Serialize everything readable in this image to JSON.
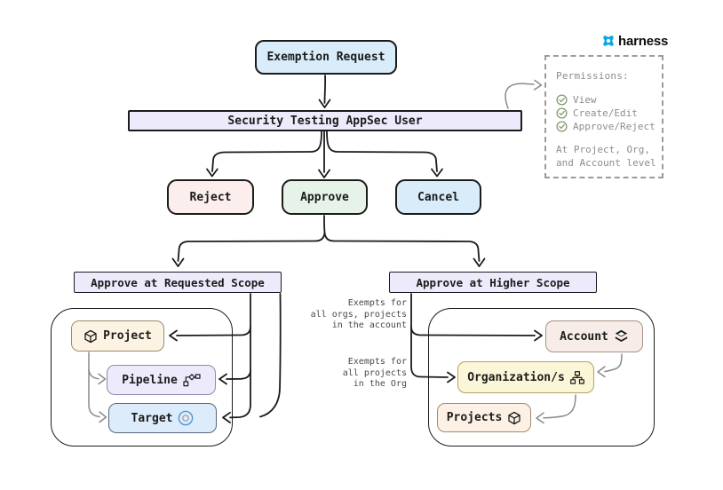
{
  "brand": {
    "name": "harness"
  },
  "nodes": {
    "exemption_request": {
      "label": "Exemption Request"
    },
    "appsec_user": {
      "label": "Security Testing AppSec User"
    },
    "reject": {
      "label": "Reject"
    },
    "approve": {
      "label": "Approve"
    },
    "cancel": {
      "label": "Cancel"
    },
    "approve_requested_scope": {
      "label": "Approve at Requested Scope"
    },
    "approve_higher_scope": {
      "label": "Approve at Higher Scope"
    },
    "project": {
      "label": "Project",
      "icon": "cube-icon"
    },
    "pipeline": {
      "label": "Pipeline",
      "icon": "pipeline-icon"
    },
    "target": {
      "label": "Target",
      "icon": "target-icon"
    },
    "account": {
      "label": "Account",
      "icon": "layers-icon"
    },
    "organizations": {
      "label": "Organization/s",
      "icon": "org-chart-icon"
    },
    "projects": {
      "label": "Projects",
      "icon": "cube-icon"
    }
  },
  "permissions_panel": {
    "title": "Permissions:",
    "items": [
      {
        "icon": "check-circle-icon",
        "label": "View"
      },
      {
        "icon": "check-circle-icon",
        "label": "Create/Edit"
      },
      {
        "icon": "check-circle-icon",
        "label": "Approve/Reject"
      }
    ],
    "footer": [
      "At Project, Org,",
      "and Account level"
    ]
  },
  "annotations": {
    "account_note": [
      "Exempts for",
      "all orgs, projects",
      "in the account"
    ],
    "org_note": [
      "Exempts for",
      "all projects",
      "in the Org"
    ]
  },
  "colors": {
    "canvas_bg": "#ffffff",
    "ink": "#1b1b1b",
    "edge_gray": "#8a8a8a",
    "muted_text": "#8d8d8d",
    "note_text": "#4a4a4a",
    "check_green": "#7f9a6d",
    "brand_blue": "#0aa8e1",
    "target_ring": "#4a90d9",
    "fill_blue": "#d8ecfa",
    "fill_lavender": "#edeafb",
    "fill_red": "#fceeec",
    "fill_green": "#e7f3e8",
    "fill_cream": "#fdf3e2",
    "fill_purple": "#edebfb",
    "fill_lightblue": "#dcecfa",
    "fill_pink": "#f8ece8",
    "fill_yellow": "#fbf6d8",
    "fill_peach": "#fdf1e6"
  }
}
